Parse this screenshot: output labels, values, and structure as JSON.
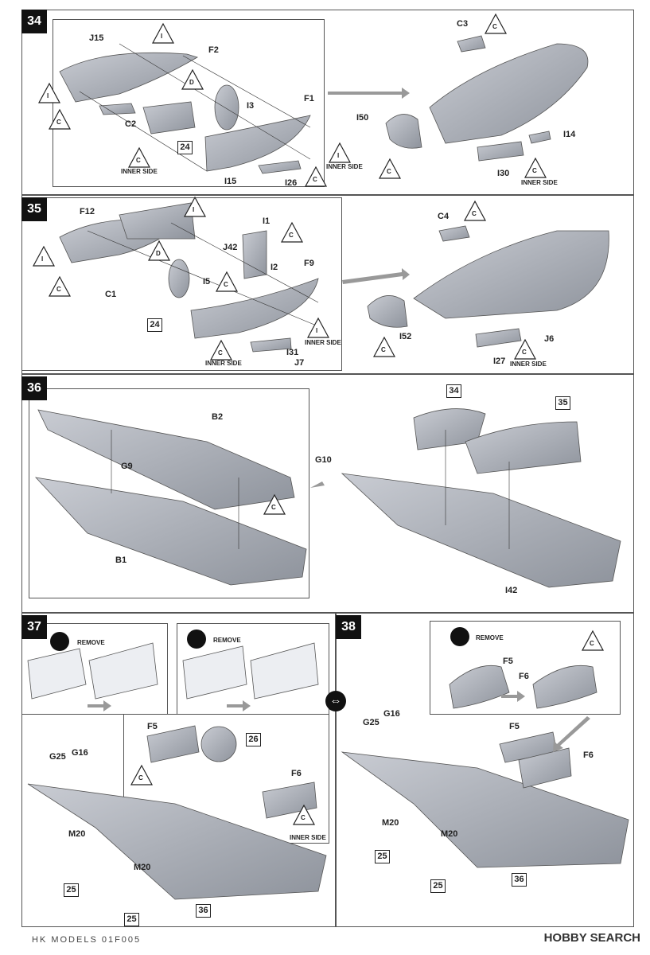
{
  "steps": {
    "s34": "34",
    "s35": "35",
    "s36": "36",
    "s37": "37",
    "s38": "38"
  },
  "labels": {
    "j15": "J15",
    "f2": "F2",
    "i3": "I3",
    "f1": "F1",
    "c2": "C2",
    "inner_side_a": "INNER SIDE",
    "inner_side_b": "INNER SIDE",
    "i15": "I15",
    "i26": "I26",
    "c3": "C3",
    "i50": "I50",
    "i14": "I14",
    "i30": "I30",
    "inner_side_c": "INNER SIDE",
    "f12": "F12",
    "i1": "I1",
    "j42": "J42",
    "i2": "I2",
    "f9": "F9",
    "c1": "C1",
    "i5": "I5",
    "inner_side_d": "INNER SIDE",
    "inner_side_e": "INNER SIDE",
    "i31": "I31",
    "j7": "J7",
    "c4": "C4",
    "i52": "I52",
    "j6": "J6",
    "i27": "I27",
    "inner_side_f": "INNER SIDE",
    "b2": "B2",
    "g9": "G9",
    "b1": "B1",
    "g10": "G10",
    "i42": "I42",
    "remove_a": "REMOVE",
    "remove_b": "REMOVE",
    "remove_c": "REMOVE",
    "f5_a": "F5",
    "f6_a": "F6",
    "g25_a": "G25",
    "g16_a": "G16",
    "m20_a": "M20",
    "m20_b": "M20",
    "inner_side_g": "INNER SIDE",
    "f5_b": "F5",
    "f6_b": "F6",
    "g25_b": "G25",
    "g16_b": "G16",
    "f5_c": "F5",
    "f6_c": "F6",
    "m20_c": "M20",
    "m20_d": "M20"
  },
  "boxed_refs": {
    "r24a": "24",
    "r24b": "24",
    "r34": "34",
    "r35": "35",
    "r26": "26",
    "r25a": "25",
    "r25b": "25",
    "r36a": "36",
    "r25c": "25",
    "r25d": "25",
    "r36b": "36"
  },
  "paint_markers": {
    "I": "I",
    "C": "C",
    "D": "D"
  },
  "footer": {
    "left": "HK MODELS 01F005",
    "right": "HOBBY SEARCH"
  }
}
